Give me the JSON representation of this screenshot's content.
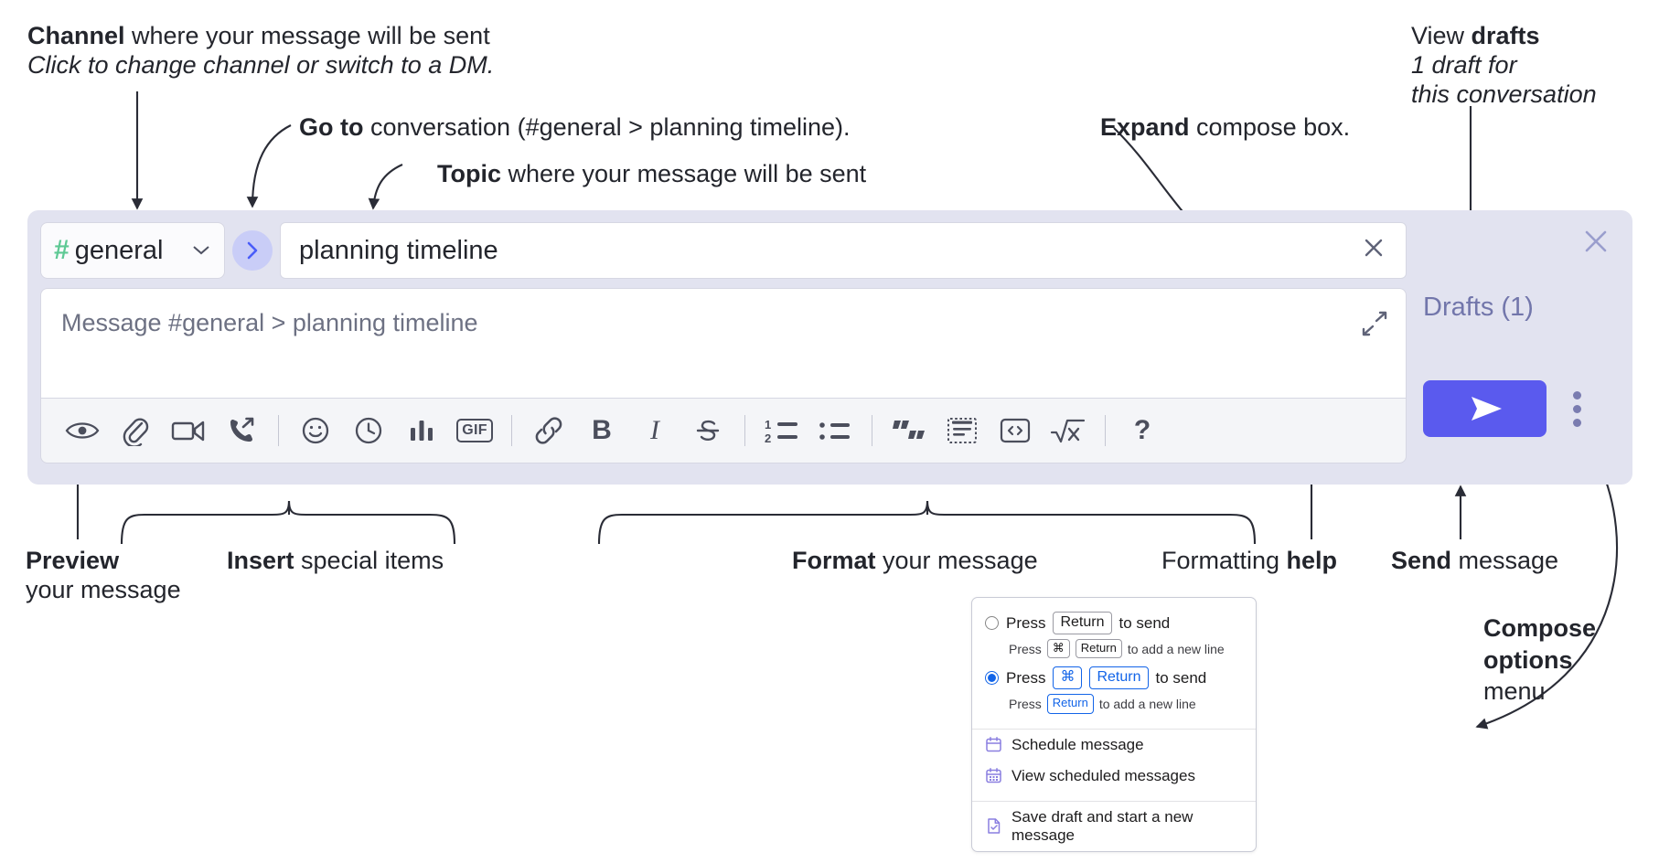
{
  "annotations": {
    "channel": {
      "bold": "Channel",
      "rest": " where your message will be sent",
      "sub": "Click to change channel or switch to a DM."
    },
    "goto": {
      "bold": "Go to",
      "rest": " conversation (#general > planning timeline)."
    },
    "topic": {
      "bold": "Topic",
      "rest": " where your message will be sent"
    },
    "expand": {
      "bold": "Expand",
      "rest": " compose box."
    },
    "drafts": {
      "bold_lead": "View ",
      "bold": "drafts",
      "sub1": "1 draft for",
      "sub2": "this conversation"
    },
    "preview": {
      "bold": "Preview",
      "sub": "your message"
    },
    "insert": {
      "bold": "Insert",
      "rest": " special items"
    },
    "format": {
      "bold": "Format",
      "rest": " your message"
    },
    "help": {
      "lead": "Formatting ",
      "bold": "help"
    },
    "send": {
      "bold": "Send",
      "rest": " message"
    },
    "compose_options": {
      "bold1": "Compose",
      "bold2": "options",
      "rest": "menu"
    }
  },
  "compose": {
    "channel_hash": "#",
    "channel_name": "general",
    "channel_caret_icon": "chevron-down-icon",
    "goto_icon": "chevron-right-icon",
    "topic_value": "planning timeline",
    "topic_clear_icon": "close-icon",
    "message_placeholder": "Message #general > planning timeline",
    "expand_icon": "expand-diagonal-icon",
    "close_icon": "close-icon",
    "drafts_label": "Drafts (1)",
    "send_icon": "paper-plane-icon",
    "options_icon": "vertical-dots-icon",
    "toolbar": [
      {
        "name": "preview-icon",
        "label": "Preview"
      },
      {
        "name": "attachment-icon",
        "label": "Attach file"
      },
      {
        "name": "video-icon",
        "label": "Video clip"
      },
      {
        "name": "audio-call-icon",
        "label": "Audio clip"
      },
      {
        "name": "separator",
        "label": ""
      },
      {
        "name": "emoji-icon",
        "label": "Emoji"
      },
      {
        "name": "clock-icon",
        "label": "Reminder"
      },
      {
        "name": "poll-icon",
        "label": "Poll"
      },
      {
        "name": "gif-icon",
        "label": "GIF"
      },
      {
        "name": "separator",
        "label": ""
      },
      {
        "name": "link-icon",
        "label": "Link"
      },
      {
        "name": "bold-icon",
        "label": "B"
      },
      {
        "name": "italic-icon",
        "label": "I"
      },
      {
        "name": "strikethrough-icon",
        "label": "Strikethrough"
      },
      {
        "name": "separator",
        "label": ""
      },
      {
        "name": "ordered-list-icon",
        "label": "Ordered list"
      },
      {
        "name": "bulleted-list-icon",
        "label": "Bulleted list"
      },
      {
        "name": "separator",
        "label": ""
      },
      {
        "name": "blockquote-icon",
        "label": "Blockquote"
      },
      {
        "name": "code-block-icon",
        "label": "Code block"
      },
      {
        "name": "code-icon",
        "label": "Code"
      },
      {
        "name": "math-icon",
        "label": "Math"
      },
      {
        "name": "separator",
        "label": ""
      },
      {
        "name": "help-icon",
        "label": "?"
      }
    ]
  },
  "menu": {
    "option1": {
      "press": "Press",
      "key": "Return",
      "tail": "to send",
      "sub_press": "Press",
      "sub_key1": "⌘",
      "sub_key2": "Return",
      "sub_tail": "to add a new line",
      "selected": false
    },
    "option2": {
      "press": "Press",
      "key1": "⌘",
      "key2": "Return",
      "tail": "to send",
      "sub_press": "Press",
      "sub_key": "Return",
      "sub_tail": "to add a new line",
      "selected": true
    },
    "items": [
      {
        "icon": "calendar-clock-icon",
        "label": "Schedule message"
      },
      {
        "icon": "calendar-grid-icon",
        "label": "View scheduled messages"
      },
      {
        "icon": "document-check-icon",
        "label": "Save draft and start a new message"
      }
    ]
  },
  "colors": {
    "send_button": "#5a5aee",
    "channel_hash": "#5ec994",
    "goto_bg": "#c9cdf7",
    "goto_fg": "#4a5df9",
    "widget_bg": "#e2e3f0",
    "drafts_text": "#7276ab",
    "menu_accent": "#1264e8",
    "menu_icon": "#8a7fe0"
  }
}
